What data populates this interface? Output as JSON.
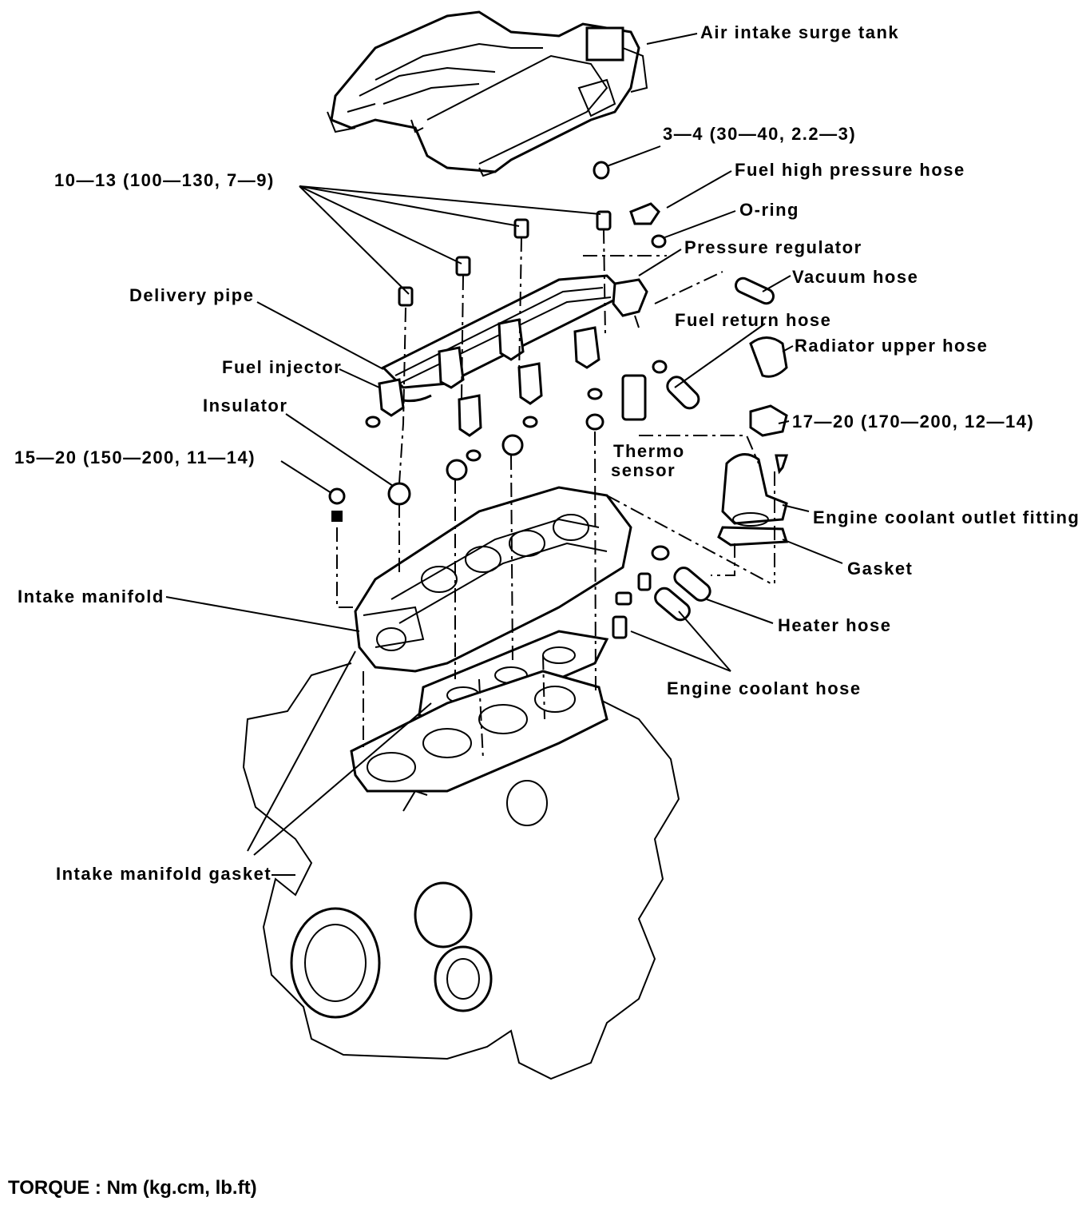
{
  "labels": {
    "air_intake_surge_tank": "Air intake surge tank",
    "torque_fuel_pipe_bolt": "3—4 (30—40, 2.2—3)",
    "fuel_high_pressure_hose": "Fuel high pressure hose",
    "o_ring": "O-ring",
    "pressure_regulator": "Pressure regulator",
    "vacuum_hose": "Vacuum hose",
    "fuel_return_hose": "Fuel return hose",
    "radiator_upper_hose": "Radiator upper hose",
    "torque_outlet_fitting": "17—20 (170—200, 12—14)",
    "thermo": "Thermo",
    "sensor": "sensor",
    "engine_coolant_outlet_fitting": "Engine coolant outlet fitting",
    "gasket": "Gasket",
    "heater_hose": "Heater hose",
    "engine_coolant_hose": "Engine coolant hose",
    "torque_delivery_pipe": "10—13 (100—130, 7—9)",
    "delivery_pipe": "Delivery pipe",
    "fuel_injector": "Fuel injector",
    "insulator": "Insulator",
    "torque_manifold_nut": "15—20 (150—200, 11—14)",
    "intake_manifold": "Intake manifold",
    "intake_manifold_gasket": "Intake manifold gasket"
  },
  "footer": {
    "torque_note": "TORQUE : Nm (kg.cm, lb.ft)"
  }
}
